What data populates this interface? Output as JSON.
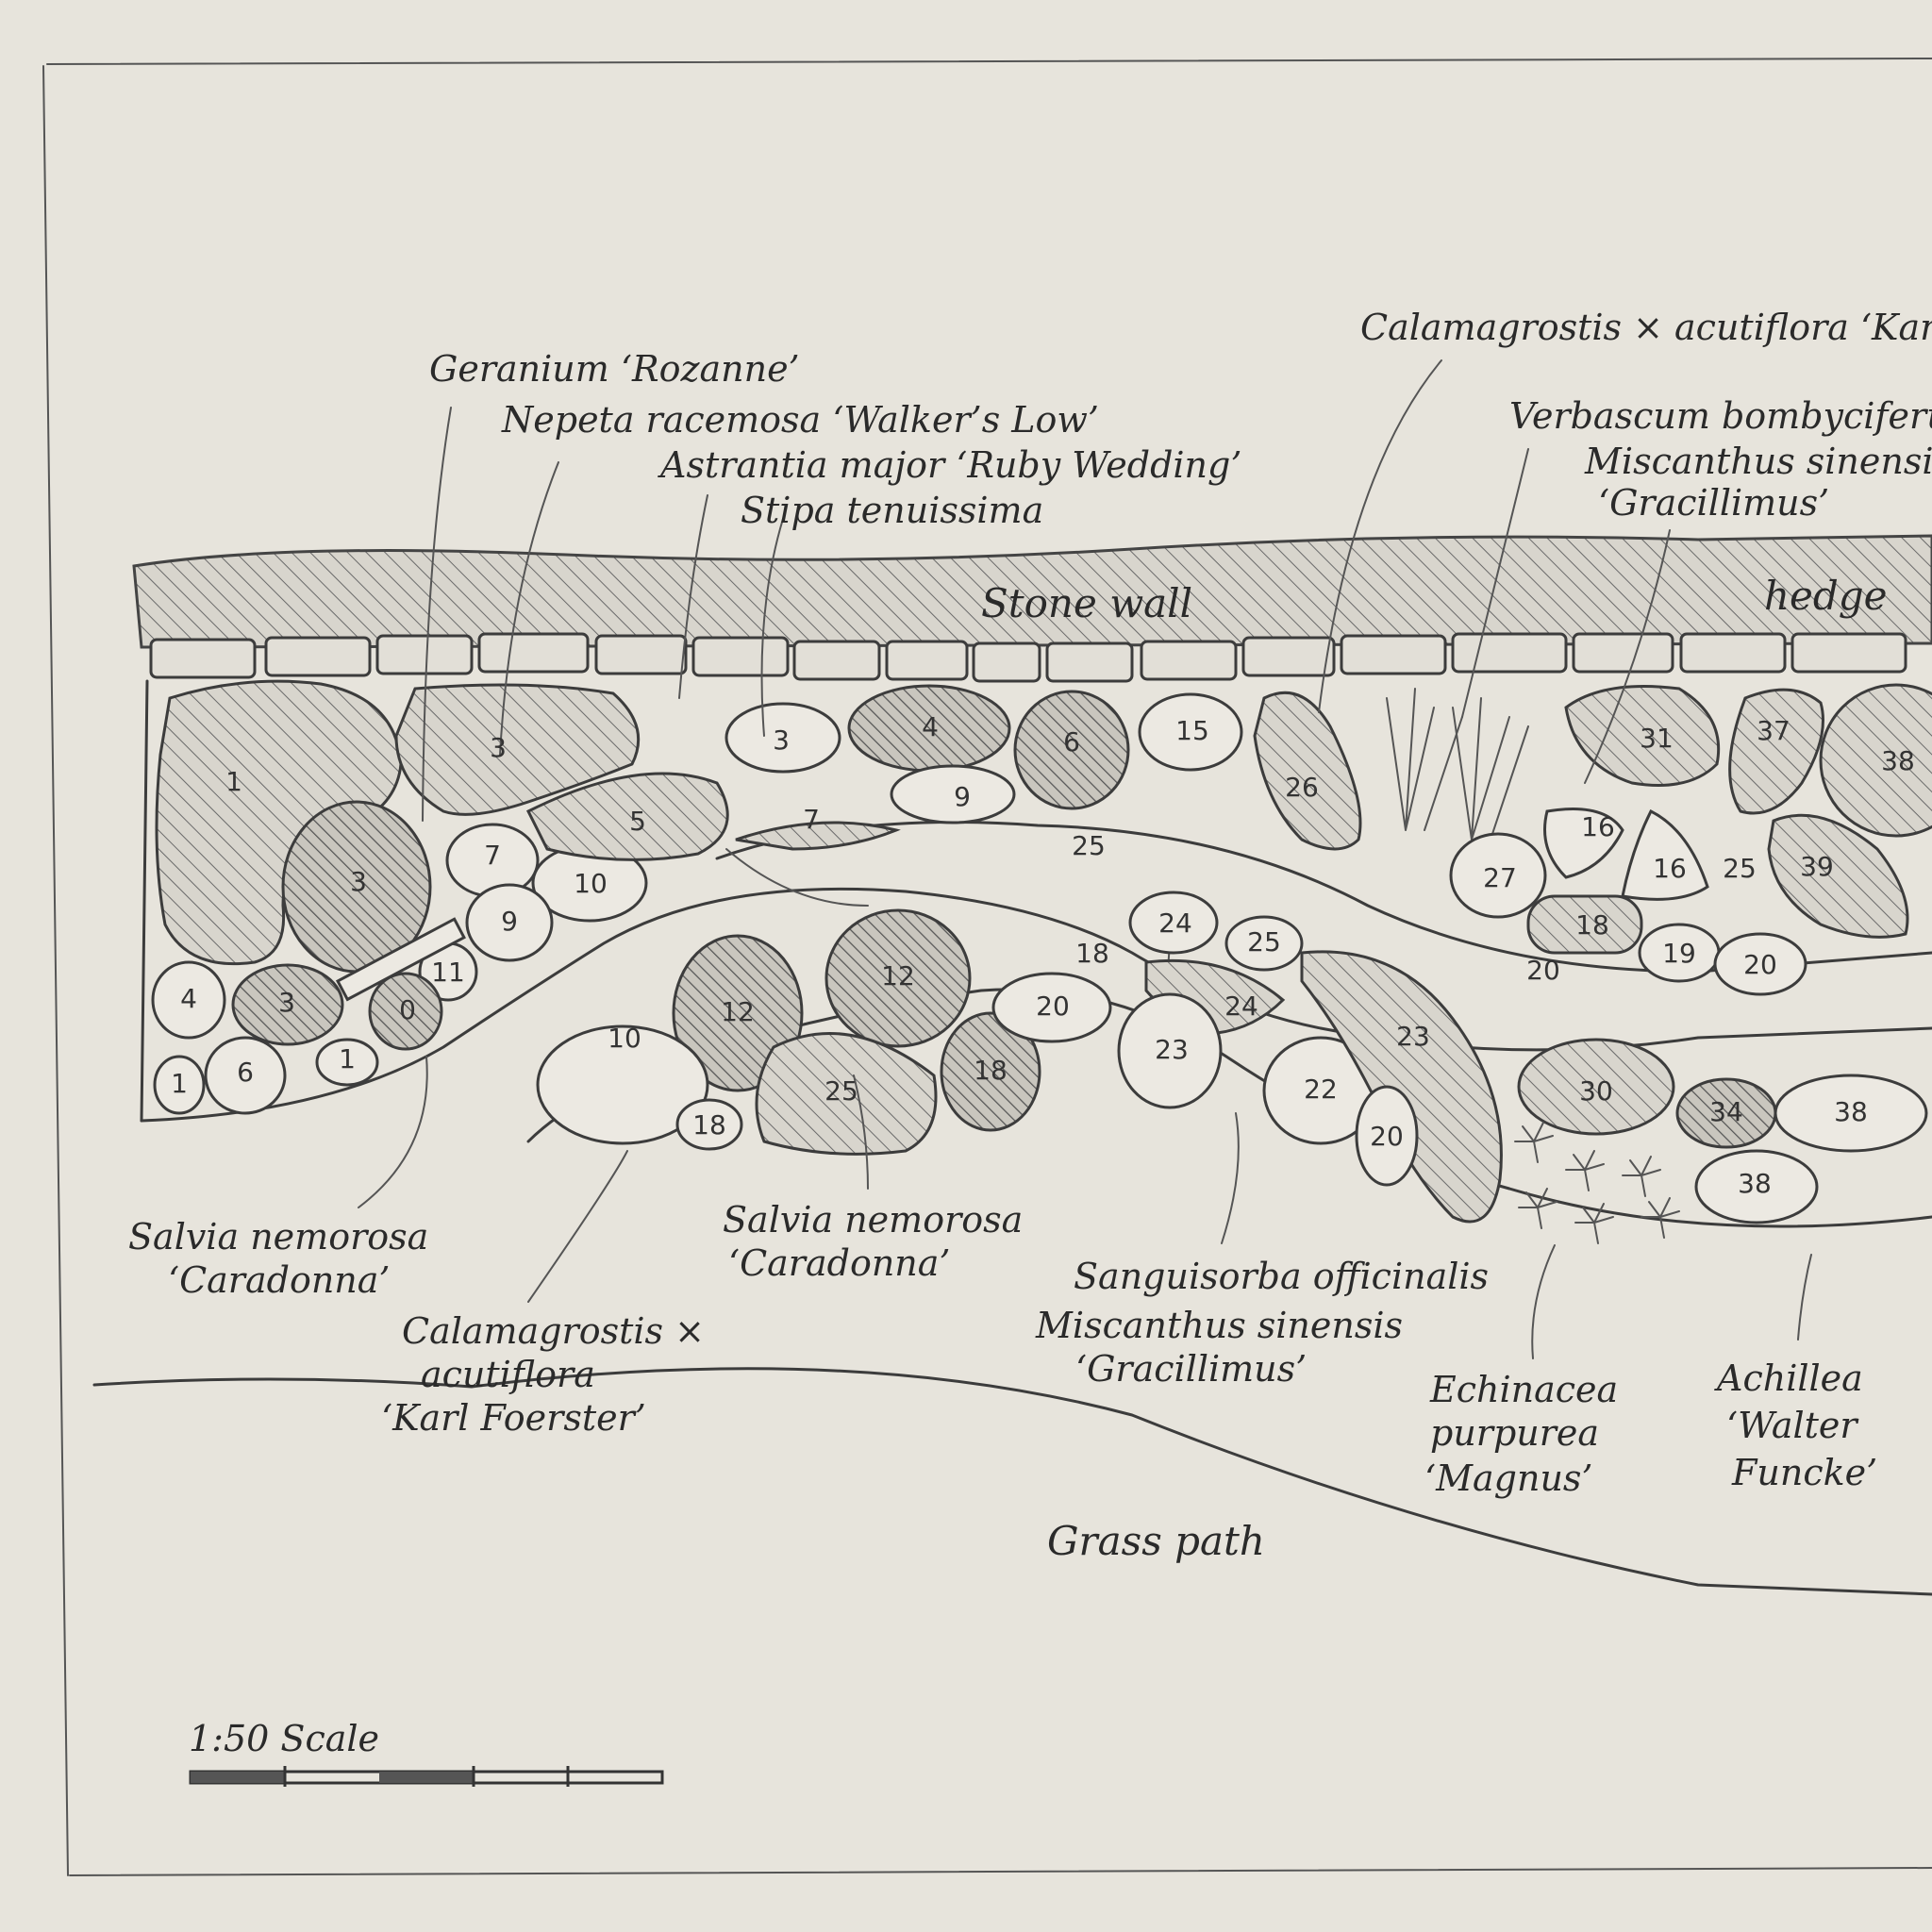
{
  "features": {
    "stone_wall": "Stone wall",
    "hedge": "hedge",
    "grass_path": "Grass path",
    "scale": "1:50 Scale"
  },
  "labels": {
    "geranium": "Geranium ‘Rozanne’",
    "nepeta": "Nepeta racemosa ‘Walker’s Low’",
    "astrantia": "Astrantia major ‘Ruby Wedding’",
    "stipa": "Stipa tenuissima",
    "calamagrostis_top": "Calamagrostis × acutiflora ‘Karl",
    "verbascum": "Verbascum bombyciferum",
    "miscanthus_top_1": "Miscanthus sinensis",
    "miscanthus_top_2": "‘Gracillimus’",
    "salvia_left_1": "Salvia nemorosa",
    "salvia_left_2": "‘Caradonna’",
    "calamagrostis_bottom_1": "Calamagrostis ×",
    "calamagrostis_bottom_2": "acutiflora",
    "calamagrostis_bottom_3": "‘Karl Foerster’",
    "salvia_mid_1": "Salvia nemorosa",
    "salvia_mid_2": "‘Caradonna’",
    "sanguisorba": "Sanguisorba officinalis",
    "miscanthus_bottom_1": "Miscanthus sinensis",
    "miscanthus_bottom_2": "‘Gracillimus’",
    "echinacea_1": "Echinacea",
    "echinacea_2": "purpurea",
    "echinacea_3": "‘Magnus’",
    "achillea_1": "Achillea",
    "achillea_2": "‘Walter",
    "achillea_3": "Funcke’"
  },
  "plant_numbers": {
    "p1": "1",
    "p3a": "3",
    "p3b": "3",
    "p3c": "3",
    "p3d": "3",
    "p4a": "4",
    "p4b": "4",
    "p5": "5",
    "p6a": "6",
    "p6b": "6",
    "p7a": "7",
    "p7b": "7",
    "p9a": "9",
    "p9b": "9",
    "p10a": "10",
    "p10b": "10",
    "p11": "11",
    "p0": "0",
    "p1b": "1",
    "p1c": "1",
    "p12a": "12",
    "p12b": "12",
    "p15": "15",
    "p16a": "16",
    "p16b": "16",
    "p18a": "18",
    "p18b": "18",
    "p18c": "18",
    "p18d": "18",
    "p19": "19",
    "p20a": "20",
    "p20b": "20",
    "p20c": "20",
    "p20d": "20",
    "p22": "22",
    "p23a": "23",
    "p23b": "23",
    "p24a": "24",
    "p24b": "24",
    "p25a": "25",
    "p25b": "25",
    "p25c": "25",
    "p25d": "25",
    "p26": "26",
    "p27": "27",
    "p30": "30",
    "p31": "31",
    "p34": "34",
    "p37": "37",
    "p38a": "38",
    "p38b": "38",
    "p38c": "38",
    "p39": "39"
  }
}
